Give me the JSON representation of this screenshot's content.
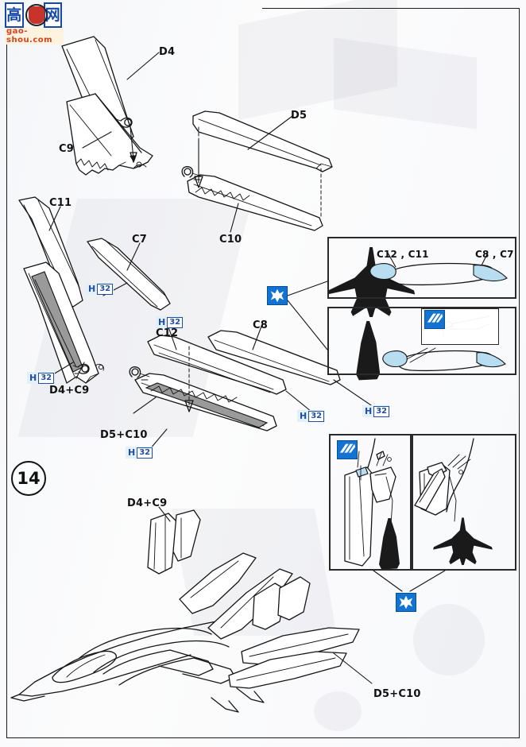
{
  "document": {
    "type": "scale-model-assembly-instruction",
    "step_number": "14",
    "subject_silhouette": "swing-wing-fighter-top-view"
  },
  "watermark": {
    "glyph_left": "高",
    "glyph_right": "网",
    "domain_text": "gao-shou.com",
    "seal_icon": "fist-seal-icon"
  },
  "part_labels": {
    "d4": "D4",
    "d5": "D5",
    "c9": "C9",
    "c10": "C10",
    "c11": "C11",
    "c7": "C7",
    "c12": "C12",
    "c8": "C8",
    "d4_c9_assembly": "D4+C9",
    "d5_c10_assembly": "D5+C10",
    "d4_c9_final": "D4+C9",
    "d5_c10_final": "D5+C10"
  },
  "paint_codes": [
    {
      "brand": "H",
      "number": "32"
    },
    {
      "brand": "H",
      "number": "32"
    },
    {
      "brand": "H",
      "number": "32"
    },
    {
      "brand": "H",
      "number": "32"
    },
    {
      "brand": "H",
      "number": "32"
    }
  ],
  "paint": {
    "brand": "H",
    "number": "32"
  },
  "panels": {
    "top_detail": {
      "label_left": "C12 , C11",
      "label_right": "C8 , C7",
      "icon": "view-direction-icon"
    },
    "second_detail": {
      "icon": "magnifier-detail-icon",
      "callout_icon": "magnifier-detail-icon"
    },
    "lower_left_detail": {
      "icon": "magnifier-detail-icon"
    },
    "lower_right_detail": {
      "icon": "view-direction-icon"
    }
  },
  "icons": {
    "view_direction": "view-direction-icon",
    "magnifier_detail": "magnifier-detail-icon"
  },
  "colors": {
    "accent_blue": "#1273d1",
    "paint_chip_bg": "#e2f0fb",
    "paint_chip_text": "#1f4fa8",
    "line_art": "#151515",
    "silhouette": "#1a1a1a",
    "part_tint": "#b8dcf0",
    "paper": "#fcfcfd"
  }
}
